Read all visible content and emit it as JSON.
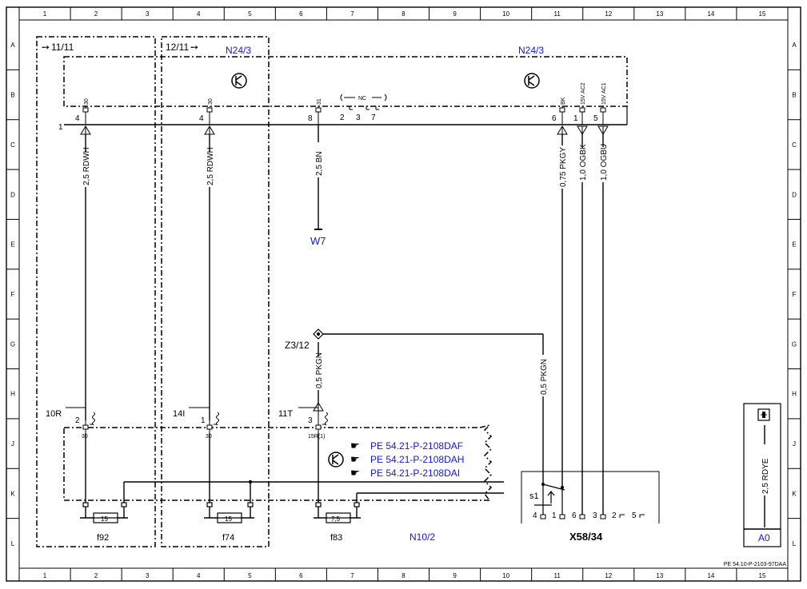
{
  "frame": {
    "columns": [
      "1",
      "2",
      "3",
      "4",
      "5",
      "6",
      "7",
      "8",
      "9",
      "10",
      "11",
      "12",
      "13",
      "14",
      "15"
    ],
    "rows": [
      "A",
      "B",
      "C",
      "D",
      "E",
      "F",
      "G",
      "H",
      "J",
      "K",
      "L"
    ],
    "doc_id": "PE 54.10-P-2103-97DAA"
  },
  "components": {
    "n24_3_a": "N24/3",
    "n24_3_b": "N24/3",
    "n10_2": "N10/2",
    "x58_34": "X58/34",
    "w7": "W7",
    "z3_12": "Z3/12",
    "a0": "A0"
  },
  "refs": {
    "ref_11_11": "11/11",
    "ref_12_11": "12/11",
    "ref_10r": "10R",
    "ref_14i": "14I",
    "ref_11t": "11T",
    "node_1": "1"
  },
  "pins": {
    "p4a": "4",
    "p30a": "30",
    "p4b": "4",
    "p30b": "30",
    "p8": "8",
    "p31": "31",
    "p2": "2",
    "p3": "3",
    "p7": "7",
    "nc": "NC",
    "p6": "6",
    "pbk": "BK",
    "p1": "1",
    "p15vac2": "15V AC2",
    "p5": "5",
    "p15vac1": "15V AC1",
    "n10_p2": "2",
    "n10_30a": "30",
    "n10_p1": "1",
    "n10_30b": "30",
    "n10_p3": "3",
    "n10_15r": "15R(1)",
    "x_4": "4",
    "x_1": "1",
    "x_6": "6",
    "x_3": "3",
    "x_2": "2",
    "x_5": "5",
    "s1": "s1"
  },
  "wires": {
    "w_rdwh_1": "2,5 RDWH",
    "w_rdwh_2": "2,5 RDWH",
    "w_bn": "2,5 BN",
    "w_pkgy": "0,75 PKGY",
    "w_ogbk": "1,0 OGBK",
    "w_ogbu": "1,0 OGBU",
    "w_pkgn_1": "0,5 PKGN",
    "w_pkgn_2": "0,5 PKGN",
    "w_rdye": "2,5 RDYE"
  },
  "fuses": {
    "f92_val": "15",
    "f92": "f92",
    "f74_val": "15",
    "f74": "f74",
    "f83_val": "7,5",
    "f83": "f83"
  },
  "links": [
    "PE 54.21-P-2108DAF",
    "PE 54.21-P-2108DAH",
    "PE 54.21-P-2108DAI"
  ]
}
